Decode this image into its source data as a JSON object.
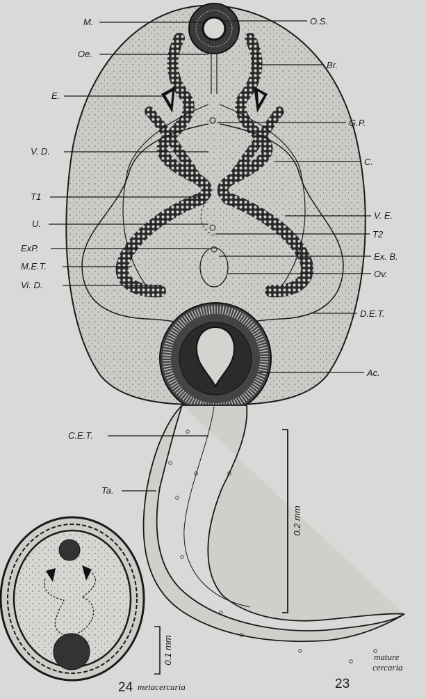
{
  "labels_left": [
    "M.",
    "Oe.",
    "E.",
    "V. D.",
    "T1",
    "U.",
    "ExP.",
    "M.E.T.",
    "Vi. D.",
    "C.E.T.",
    "Ta."
  ],
  "labels_right": [
    "O.S.",
    "Br.",
    "G.P.",
    "C.",
    "V. E.",
    "T2",
    "Ex. B.",
    "Ov.",
    "D.E.T.",
    "Ac."
  ],
  "scale_bars": {
    "large": "0.2 mm",
    "small": "0.1 mm"
  },
  "captions": {
    "fig24_number": "24",
    "fig24_text": "metacercaria",
    "fig23_number": "23",
    "fig23_text_line1": "mature",
    "fig23_text_line2": "cercaria"
  },
  "colors": {
    "paper": "#d9d9d7",
    "body_fill": "#cbcbc8",
    "ink": "#1a1a1a"
  }
}
